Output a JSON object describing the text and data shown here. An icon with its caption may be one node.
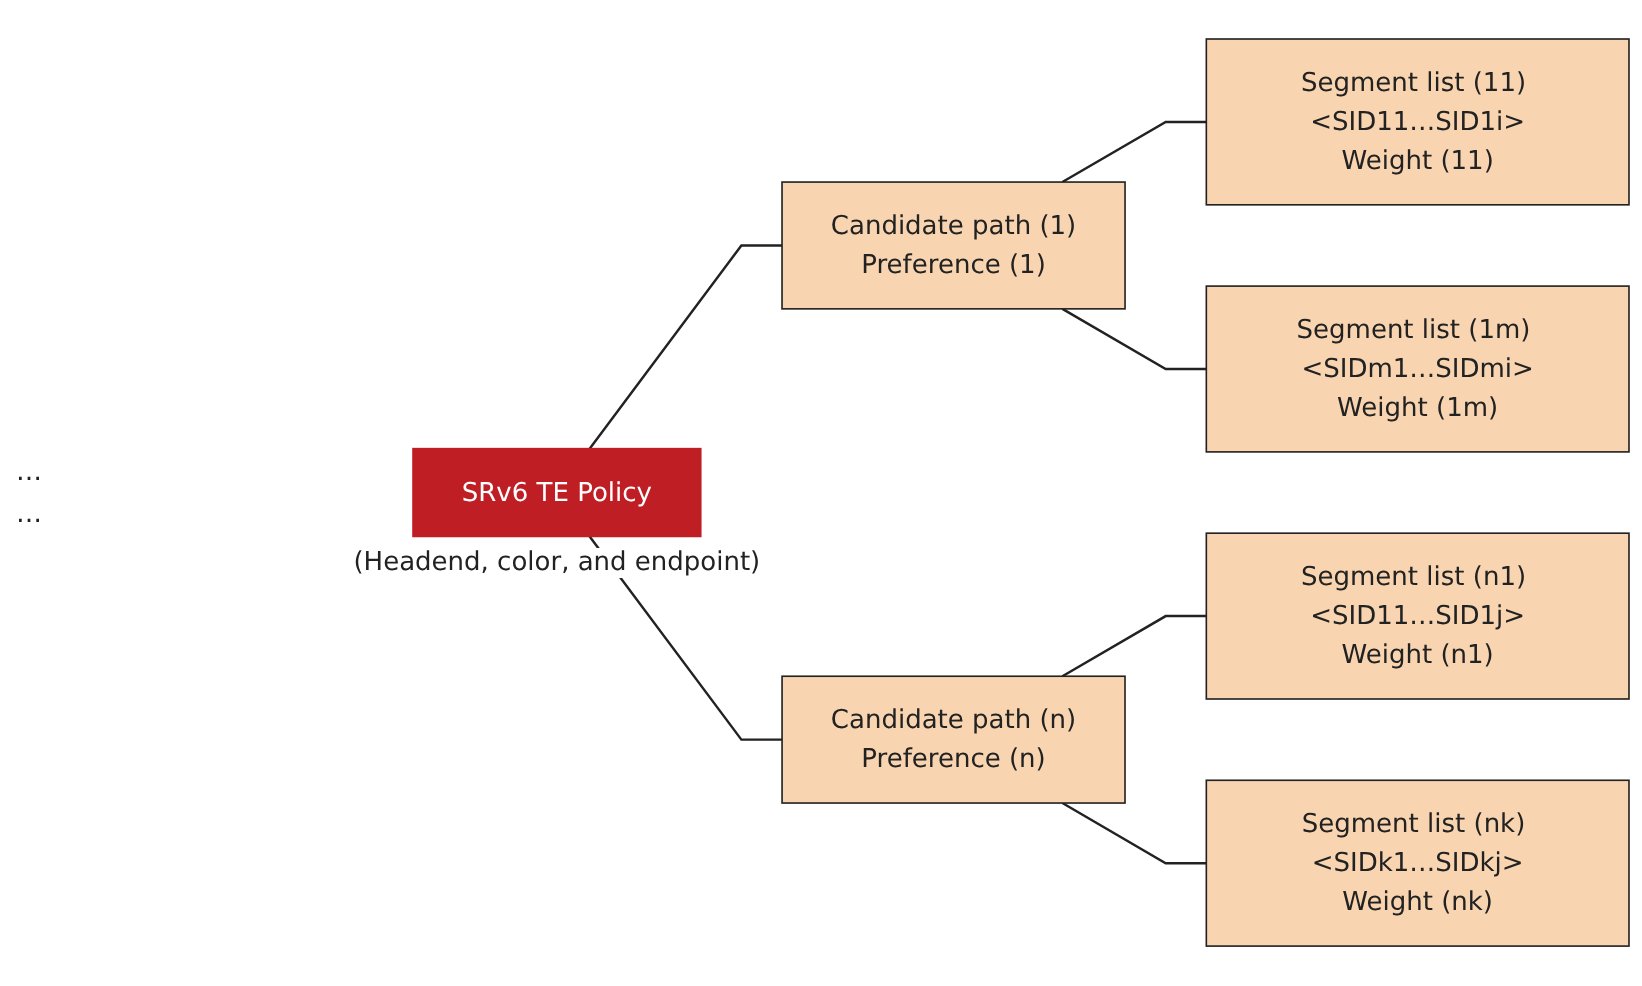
{
  "diagram": {
    "nodes": [
      {
        "text": [
          "SRv6 TE Policy"
        ],
        "beside": [
          "(Headend, color, and endpoint)"
        ]
      },
      {
        "text": [
          "Candidate path (1)",
          "Preference (1)"
        ]
      },
      {
        "text": [
          "Segment list (11) <SID11…SID1i>",
          "Weight (11)"
        ]
      },
      {
        "text": [
          "Segment list (1m) <SIDm1…SIDmi>",
          "Weight (1m)"
        ]
      },
      {
        "text": [
          "Candidate path (n)",
          "Preference (n)"
        ]
      },
      {
        "text": [
          "Segment list (n1) <SID11…SID1j>",
          "Weight (n1)"
        ]
      },
      {
        "text": [
          "Segment list (nk) <SIDk1…SIDkj>",
          "Weight (nk)"
        ]
      }
    ],
    "edges": [
      {
        "from": 0,
        "to": 1,
        "arrow": "none"
      },
      {
        "from": 0,
        "to": 4,
        "arrow": "none"
      },
      {
        "from": 1,
        "to": 2,
        "arrow": "none"
      },
      {
        "from": 1,
        "to": 3,
        "arrow": "none"
      },
      {
        "from": 4,
        "to": 5,
        "arrow": "none"
      },
      {
        "from": 4,
        "to": 6,
        "arrow": "none"
      }
    ],
    "labels": [
      "…",
      "…"
    ]
  }
}
